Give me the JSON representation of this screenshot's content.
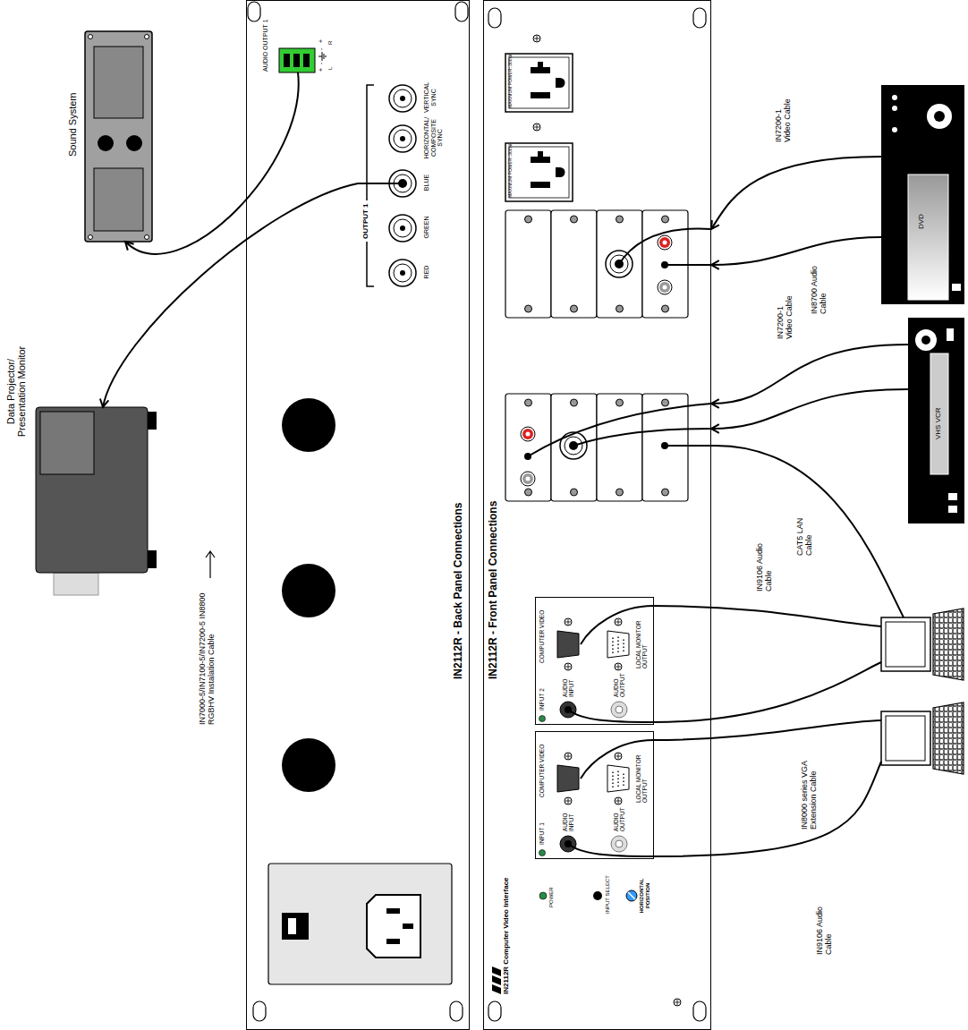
{
  "diagram": {
    "nodes": [
      {
        "text": [
          "Sound System"
        ]
      },
      {
        "text": [
          "Data Projector/ Presentation Monitor"
        ]
      },
      {
        "text": [
          "IN2112R - Back Panel Connections"
        ]
      },
      {
        "text": [
          "OUTPUT 1",
          "RED",
          "GREEN",
          "BLUE",
          "HORIZONTAL/ COMPOSITE SYNC",
          "VERTICAL SYNC"
        ],
        "in": 2
      },
      {
        "text": [
          "AUDIO OUTPUT 1"
        ],
        "in": 2
      },
      {
        "text": [
          "IN2112R - Front Panel Connections"
        ]
      },
      {
        "text": [
          "INPUT 2",
          "COMPUTER VIDEO",
          "AUDIO INPUT",
          "LOCAL MONITOR OUTPUT",
          "AUDIO OUTPUT"
        ],
        "in": 5
      },
      {
        "text": [
          "INPUT 1",
          "COMPUTER VIDEO",
          "AUDIO INPUT",
          "LOCAL MONITOR OUTPUT",
          "AUDIO OUTPUT"
        ],
        "in": 5
      },
      {
        "text": [
          "DVD"
        ]
      },
      {
        "text": [
          "VHS VCR"
        ]
      }
    ],
    "edges": [
      {
        "from": 4,
        "to": 0,
        "arrow": "to"
      },
      {
        "from": 3,
        "to": 1,
        "arrow": "to"
      },
      {
        "from": 8,
        "to": 5,
        "arrow": "to"
      },
      {
        "from": 8,
        "to": 5,
        "arrow": "to"
      },
      {
        "from": 9,
        "to": 5,
        "arrow": "to"
      },
      {
        "from": 9,
        "to": 5,
        "arrow": "to"
      }
    ],
    "labels": [
      "IN2112R Computer Video Interface",
      "POWER",
      "INPUT SELECT",
      "HORIZONTAL POSITION",
      "MAXIMUM POWER: 300W",
      "MAXIMUM POWER: 300W",
      "+",
      "-",
      "-",
      "+",
      "L",
      "R",
      "IN7200-1 Video Cable",
      "IN8700 Audio Cable",
      "IN7200-1 Video Cable",
      "CAT5 LAN Cable",
      "IN9106 Audio Cable",
      "IN8000 series VGA Extension Cable",
      "IN9106 Audio Cable",
      "IN7000-5/IN7100-5/IN7200-5 IN8800 RGBHV Instalation Cable"
    ]
  }
}
